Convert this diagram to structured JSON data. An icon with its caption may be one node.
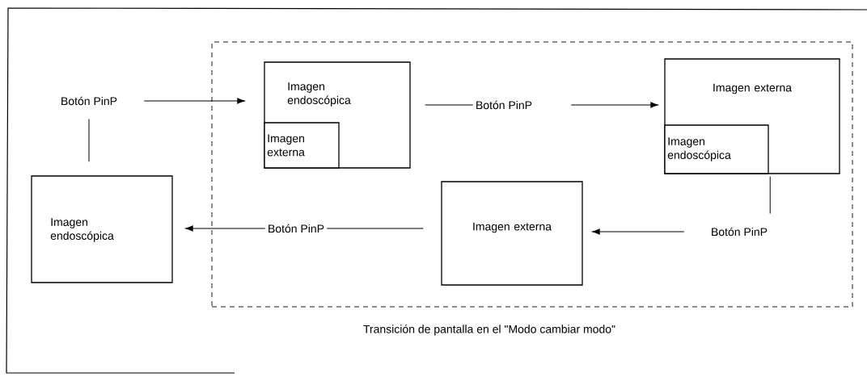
{
  "diagram": {
    "nodes": [
      {
        "text": [
          "Transición de pantalla en el \"Modo cambiar modo\""
        ]
      },
      {
        "text": [
          "Botón PinP"
        ]
      },
      {
        "text": [
          "Imagen endoscópica"
        ],
        "in": 0
      },
      {
        "text": [
          "Imagen externa"
        ],
        "in": 2
      },
      {
        "text": [
          "Botón PinP"
        ],
        "in": 0
      },
      {
        "text": [
          "Imagen externa"
        ],
        "in": 0
      },
      {
        "text": [
          "Imagen endoscópica"
        ],
        "in": 5
      },
      {
        "text": [
          "Botón PinP"
        ],
        "in": 0
      },
      {
        "text": [
          "Imagen externa"
        ],
        "in": 0
      },
      {
        "text": [
          "Botón PinP"
        ],
        "in": 0
      },
      {
        "text": [
          "Imagen endoscópica"
        ]
      }
    ],
    "edges": [
      {
        "from": 10,
        "to": 1,
        "arrow": "none"
      },
      {
        "from": 1,
        "to": 2,
        "arrow": "to"
      },
      {
        "from": 2,
        "to": 4,
        "arrow": "none"
      },
      {
        "from": 4,
        "to": 5,
        "arrow": "to"
      },
      {
        "from": 5,
        "to": 7,
        "arrow": "none"
      },
      {
        "from": 7,
        "to": 8,
        "arrow": "to"
      },
      {
        "from": 8,
        "to": 9,
        "arrow": "none"
      },
      {
        "from": 9,
        "to": 10,
        "arrow": "to"
      }
    ]
  }
}
